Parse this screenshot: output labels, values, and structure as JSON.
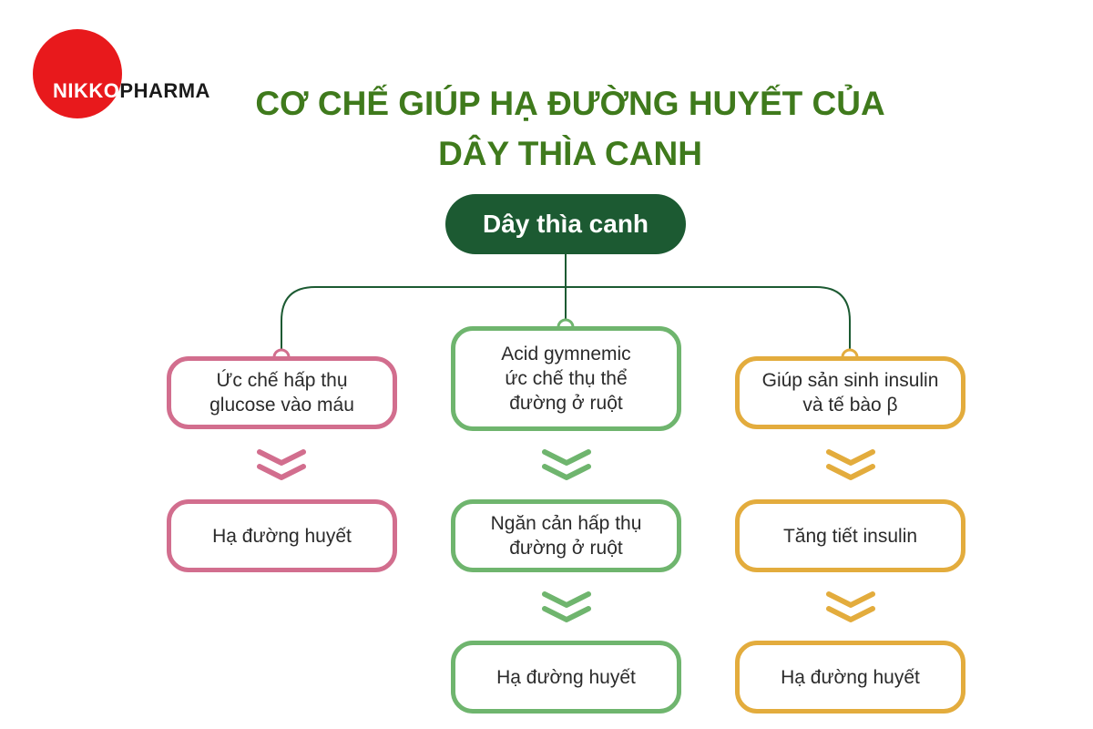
{
  "logo": {
    "part1": "NIKKO",
    "part2": "PHARMA"
  },
  "title": {
    "line1": "CƠ CHẾ GIÚP HẠ ĐƯỜNG HUYẾT CỦA",
    "line2": "DÂY THÌA CANH"
  },
  "root": "Dây thìa canh",
  "colors": {
    "title": "#3f7a1c",
    "root": "#1c5a32",
    "pink": "#d26e8e",
    "green": "#6fb56e",
    "orange": "#e3ac3d",
    "logo": "#e8191c"
  },
  "branches": [
    {
      "color": "pink",
      "nodes": [
        "Ức chế hấp thụ\nglucose vào máu",
        "Hạ đường huyết"
      ]
    },
    {
      "color": "green",
      "nodes": [
        "Acid gymnemic\nức chế thụ thể\nđường ở ruột",
        "Ngăn cản hấp thụ\nđường ở ruột",
        "Hạ đường huyết"
      ]
    },
    {
      "color": "orange",
      "nodes": [
        "Giúp sản sinh insulin\nvà tế bào β",
        "Tăng tiết insulin",
        "Hạ đường huyết"
      ]
    }
  ]
}
